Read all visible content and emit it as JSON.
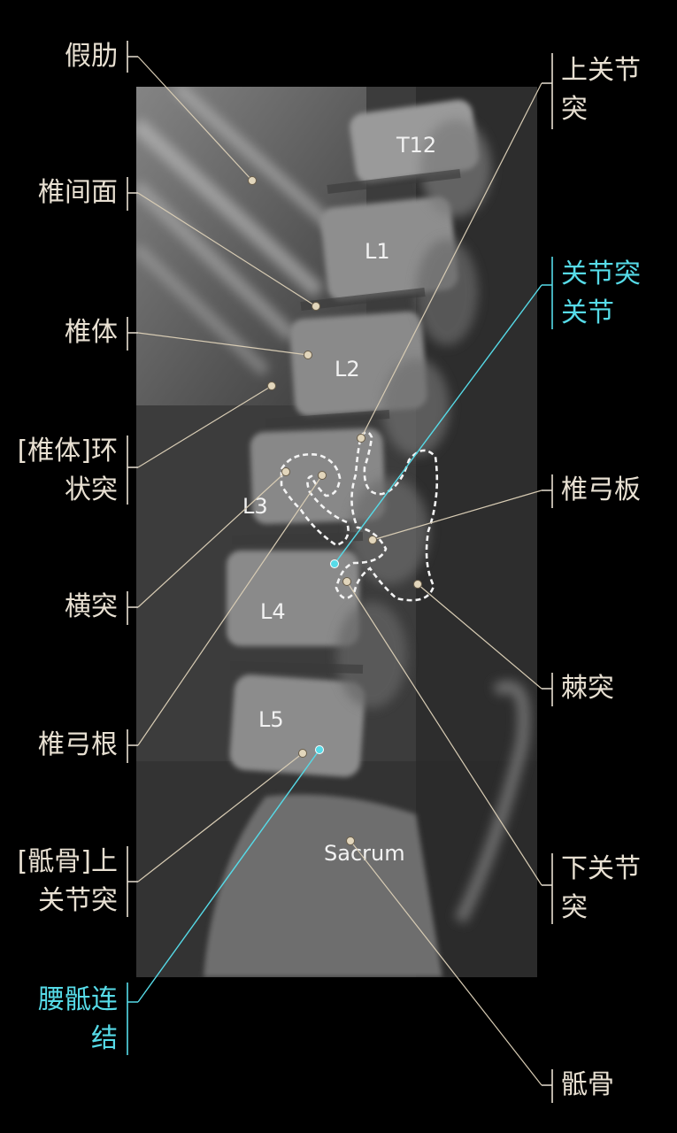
{
  "colors": {
    "background": "#000000",
    "label_text": "#e8e0d2",
    "leader_line": "#d8ccb4",
    "highlight": "#56dbe8",
    "outline": "#ffffff"
  },
  "labels": {
    "false_ribs": "假肋",
    "intervertebral_surface": "椎间面",
    "vertebral_body": "椎体",
    "ring_apophysis_line1": "[椎体]环",
    "ring_apophysis_line2": "状突",
    "transverse_process": "横突",
    "pedicle": "椎弓根",
    "sacral_superior_articular_line1": "[骶骨]上",
    "sacral_superior_articular_line2": "关节突",
    "lumbosacral_joint_line1": "腰骶连",
    "lumbosacral_joint_line2": "结",
    "superior_articular_line1": "上关节",
    "superior_articular_line2": "突",
    "facet_joint_line1": "关节突",
    "facet_joint_line2": "关节",
    "lamina": "椎弓板",
    "spinous_process": "棘突",
    "inferior_articular_line1": "下关节",
    "inferior_articular_line2": "突",
    "sacrum": "骶骨"
  },
  "vertebrae": {
    "t12": "T12",
    "l1": "L1",
    "l2": "L2",
    "l3": "L3",
    "l4": "L4",
    "l5": "L5",
    "sacrum": "Sacrum"
  }
}
